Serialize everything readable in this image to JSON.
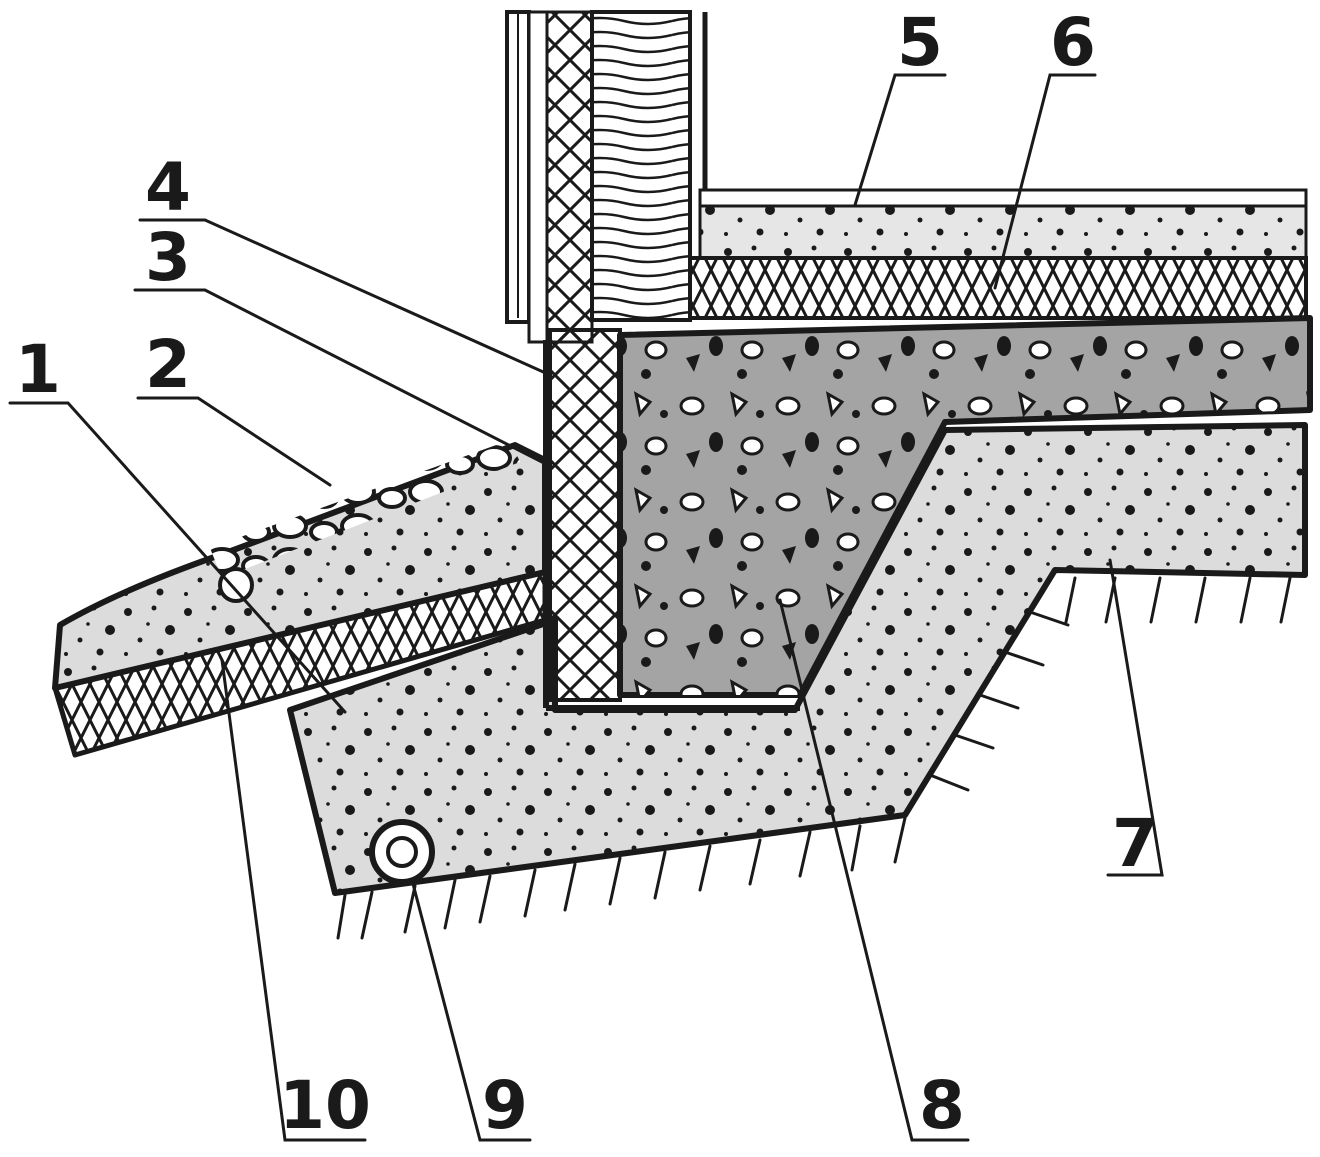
{
  "diagram": {
    "labels": [
      "1",
      "2",
      "3",
      "4",
      "5",
      "6",
      "7",
      "8",
      "9",
      "10"
    ]
  },
  "colors": {
    "ink": "#1a1a1a",
    "light_concrete": "#dcdcdc",
    "dark_concrete": "#a4a4a4",
    "paper": "#ffffff"
  }
}
